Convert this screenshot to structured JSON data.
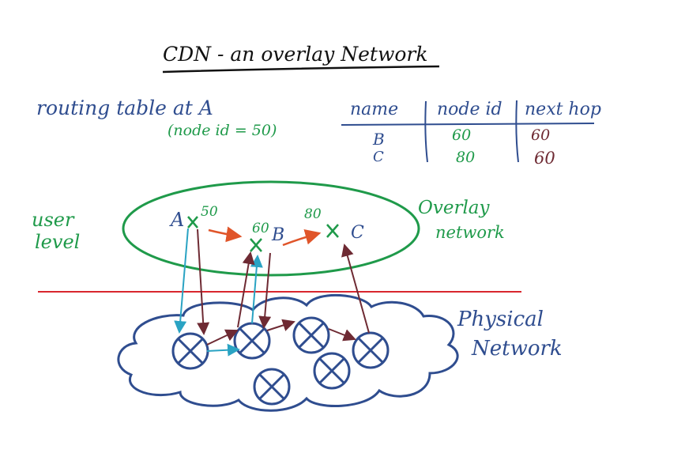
{
  "title": "CDN - an overlay Network",
  "routing": {
    "heading": "routing table at A",
    "node_note": "(node id = 50)",
    "headers": [
      "name",
      "node id",
      "next hop"
    ],
    "rows": [
      {
        "name": "B",
        "node_id": "60",
        "next_hop": "60"
      },
      {
        "name": "C",
        "node_id": "80",
        "next_hop": "60"
      }
    ]
  },
  "labels": {
    "user_level_1": "user",
    "user_level_2": "level",
    "overlay_1": "Overlay",
    "overlay_2": "network",
    "physical_1": "Physical",
    "physical_2": "Network"
  },
  "nodes": {
    "a_name": "A",
    "a_id": "50",
    "b_name": "B",
    "b_id": "60",
    "c_name": "C",
    "c_id": "80"
  },
  "colors": {
    "title": "#111111",
    "navy": "#2f4d8f",
    "green": "#1f9a4a",
    "maroon": "#6e2a33",
    "orange": "#e0552a",
    "cyan": "#2aa3c3",
    "divider": "#d9262e"
  }
}
